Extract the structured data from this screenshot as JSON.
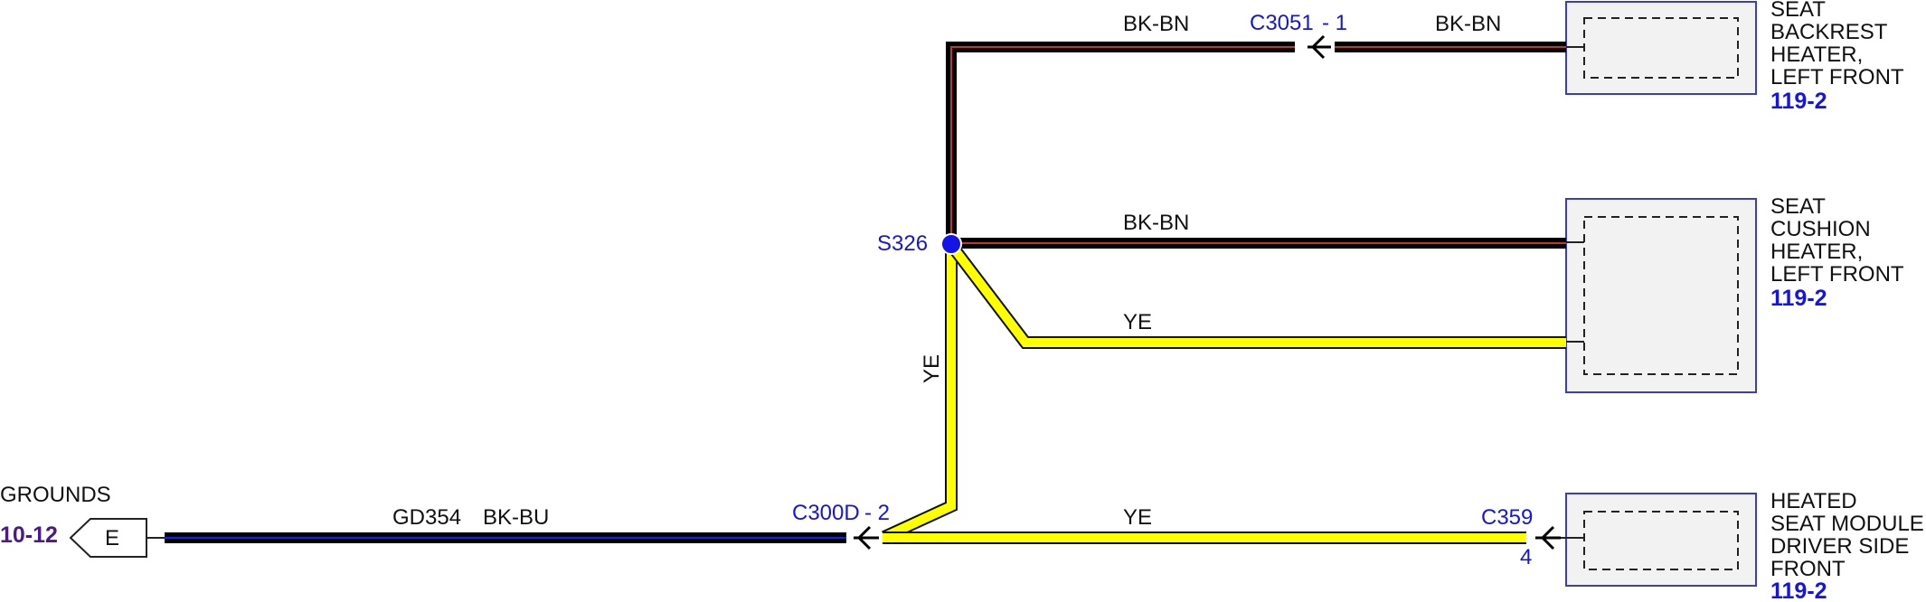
{
  "colors": {
    "black_brown_wire_core": "#000000",
    "black_brown_wire_stripe": "#c0392b",
    "black_blue_wire_core": "#000000",
    "black_blue_wire_stripe": "#1a1aff",
    "yellow_wire": "#ffff00",
    "component_box_border": "#3a3acc",
    "component_box_fill": "#f2f2f2",
    "connector_text": "#1414e6",
    "ground_ref_text": "#4a1a8a"
  },
  "wires": {
    "backrest_left": "BK-BN",
    "backrest_right": "BK-BN",
    "cushion_power": "BK-BN",
    "cushion_ye": "YE",
    "vertical_ye": "YE",
    "module_ye": "YE",
    "ground_circuit": "GD354",
    "ground_color": "BK-BU"
  },
  "connectors": {
    "c3051": "C3051",
    "c3051_pin": "- 1",
    "c300d": "C300D",
    "c300d_pin": "- 2",
    "c359": "C359",
    "c359_pin": "4"
  },
  "splice": {
    "name": "S326"
  },
  "components": {
    "backrest": {
      "lines": [
        "SEAT",
        "BACKREST",
        "HEATER,",
        "LEFT FRONT"
      ],
      "ref": "119-2"
    },
    "cushion": {
      "lines": [
        "SEAT",
        "CUSHION",
        "HEATER,",
        "LEFT FRONT"
      ],
      "ref": "119-2"
    },
    "module": {
      "lines": [
        "HEATED",
        "SEAT MODULE,",
        "DRIVER SIDE",
        "FRONT"
      ],
      "ref": "119-2"
    }
  },
  "ground": {
    "title": "GROUNDS",
    "ref": "10-12",
    "tag": "E"
  },
  "icons": [
    "splice-dot",
    "connector-arrow-icon",
    "ground-tag-icon"
  ]
}
